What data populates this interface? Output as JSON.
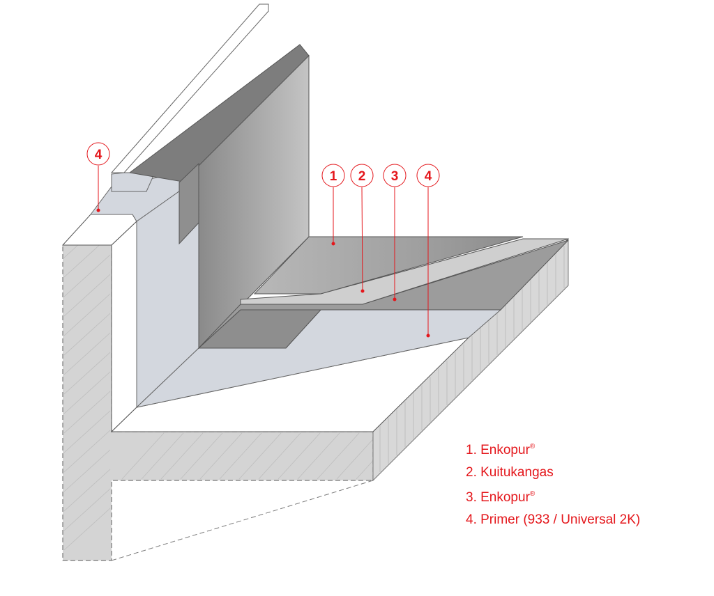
{
  "title": "Roof parapet waterproofing detail",
  "callouts": [
    {
      "label": "4"
    },
    {
      "label": "1"
    },
    {
      "label": "2"
    },
    {
      "label": "3"
    },
    {
      "label": "4"
    }
  ],
  "legend": [
    {
      "text": "1. Enkopur",
      "sup": "®"
    },
    {
      "text": "2. Kuitukangas",
      "sup": ""
    },
    {
      "text": "3. Enkopur",
      "sup": "®"
    },
    {
      "text": "4. Primer (933 / Universal 2K)",
      "sup": ""
    }
  ],
  "colors": {
    "accent": "#e4161b",
    "concrete": "#d4d4d4",
    "primer": "#d3d7de",
    "membrane": "#9a9a9a"
  }
}
